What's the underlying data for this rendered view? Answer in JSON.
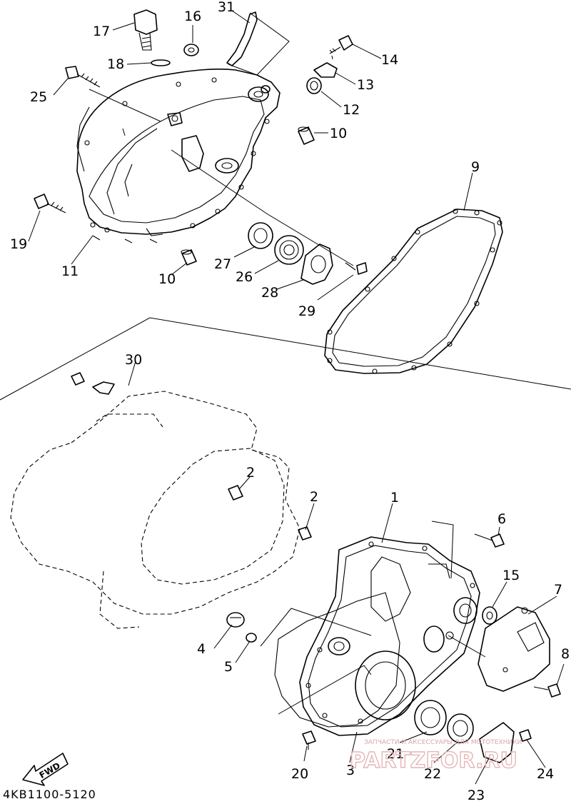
{
  "callouts": {
    "c1": "1",
    "c2a": "2",
    "c2b": "2",
    "c3": "3",
    "c4": "4",
    "c5": "5",
    "c6": "6",
    "c7": "7",
    "c8": "8",
    "c9": "9",
    "c10a": "10",
    "c10b": "10",
    "c11": "11",
    "c12": "12",
    "c13": "13",
    "c14": "14",
    "c15": "15",
    "c16": "16",
    "c17": "17",
    "c18": "18",
    "c19": "19",
    "c20": "20",
    "c21": "21",
    "c22": "22",
    "c23": "23",
    "c24": "24",
    "c25": "25",
    "c26": "26",
    "c27": "27",
    "c28": "28",
    "c29": "29",
    "c30": "30",
    "c31": "31"
  },
  "diagram_code": "4KB1100-5120",
  "fwd_label": "FWD",
  "watermark": {
    "tagline": "ЗАПЧАСТИ И АКСЕССУАРЫ ДЛЯ МОТОТЕХНИКИ",
    "brand": "PARTZFOR.RU"
  }
}
